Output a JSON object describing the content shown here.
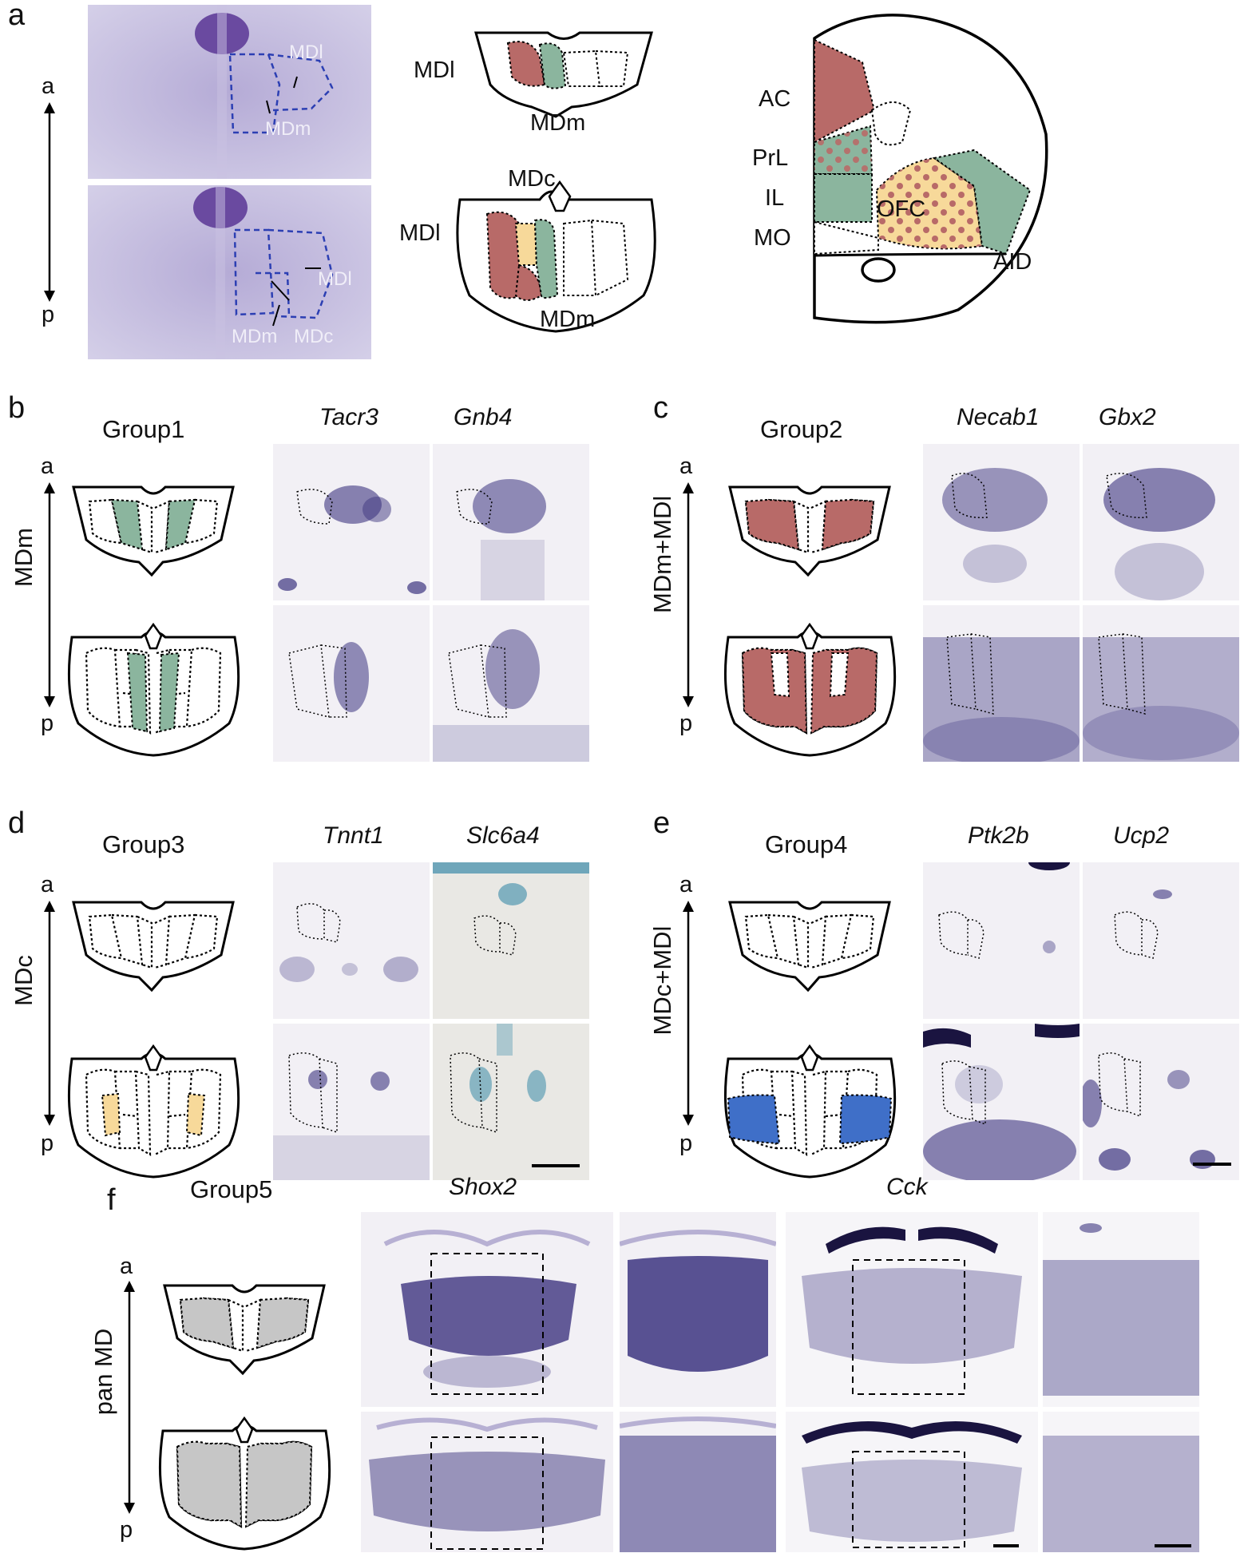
{
  "panel_a": {
    "label": "a",
    "axis_top": "a",
    "axis_bottom": "p",
    "nissl_labels": {
      "mdl_top": "MDl",
      "mdm_top": "MDm",
      "mdl_bottom": "MDl",
      "mdm_bottom": "MDm",
      "mdc_bottom": "MDc"
    },
    "schematic_labels": {
      "mdl_top": "MDl",
      "mdm_top": "MDm",
      "mdc_bottom": "MDc",
      "mdl_bottom": "MDl",
      "mdm_bottom": "MDm"
    },
    "cortex_labels": {
      "ac": "AC",
      "prl": "PrL",
      "il": "IL",
      "mo": "MO",
      "ofc": "OFC",
      "aid": "AID"
    }
  },
  "panel_b": {
    "label": "b",
    "group": "Group1",
    "region": "MDm",
    "axis_top": "a",
    "axis_bottom": "p",
    "genes": [
      "Tacr3",
      "Gnb4"
    ]
  },
  "panel_c": {
    "label": "c",
    "group": "Group2",
    "region": "MDm+MDl",
    "axis_top": "a",
    "axis_bottom": "p",
    "genes": [
      "Necab1",
      "Gbx2"
    ]
  },
  "panel_d": {
    "label": "d",
    "group": "Group3",
    "region": "MDc",
    "axis_top": "a",
    "axis_bottom": "p",
    "genes": [
      "Tnnt1",
      "Slc6a4"
    ]
  },
  "panel_e": {
    "label": "e",
    "group": "Group4",
    "region": "MDc+MDl",
    "axis_top": "a",
    "axis_bottom": "p",
    "genes": [
      "Ptk2b",
      "Ucp2"
    ]
  },
  "panel_f": {
    "label": "f",
    "group": "Group5",
    "region": "pan MD",
    "axis_top": "a",
    "axis_bottom": "p",
    "genes": [
      "Shox2",
      "Cck"
    ]
  },
  "colors": {
    "mdl_red": "#b86a68",
    "mdm_green": "#8bb59e",
    "mdc_yellow": "#f7d99a",
    "group4_blue": "#3f6fc8",
    "panmd_gray": "#c6c6c6",
    "ish_purple": "#3d3580",
    "nissl_purple": "#9c8fc8"
  }
}
